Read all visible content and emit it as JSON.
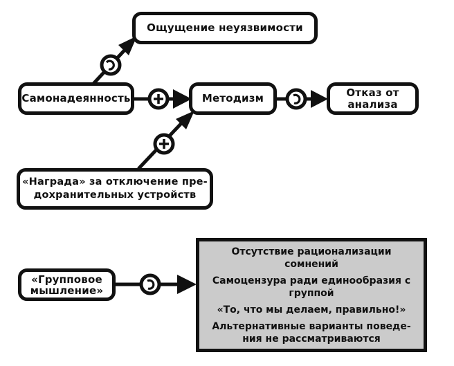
{
  "diagram_top": {
    "nodes": {
      "invulnerability": "Ощущение неуязвимости",
      "overconfidence": "Самонадеянность",
      "methodism": "Методизм",
      "refusal_line1": "Отказ от",
      "refusal_line2": "анализа",
      "reward_line1": "«Награда» за отключение пре-",
      "reward_line2": "дохранительных устройств"
    },
    "edges": [
      {
        "from": "overconfidence",
        "to": "invulnerability",
        "sign": "reversal"
      },
      {
        "from": "overconfidence",
        "to": "methodism",
        "sign": "plus"
      },
      {
        "from": "reward",
        "to": "methodism",
        "sign": "plus"
      },
      {
        "from": "methodism",
        "to": "refusal",
        "sign": "reversal"
      }
    ]
  },
  "diagram_bottom": {
    "groupthink_line1": "«Групповое",
    "groupthink_line2": "мышление»",
    "edge_sign": "reversal",
    "symptoms": [
      "Отсутствие рационализации сомнений",
      "Самоцензура ради единообразия",
      "с группой",
      "«То, что мы делаем, правильно!»",
      "Альтернативные варианты поведе-",
      "ния не рассматриваются"
    ]
  },
  "colors": {
    "stroke": "#111111",
    "box_fill": "#ffffff",
    "symptom_fill": "#cbcbcb"
  }
}
